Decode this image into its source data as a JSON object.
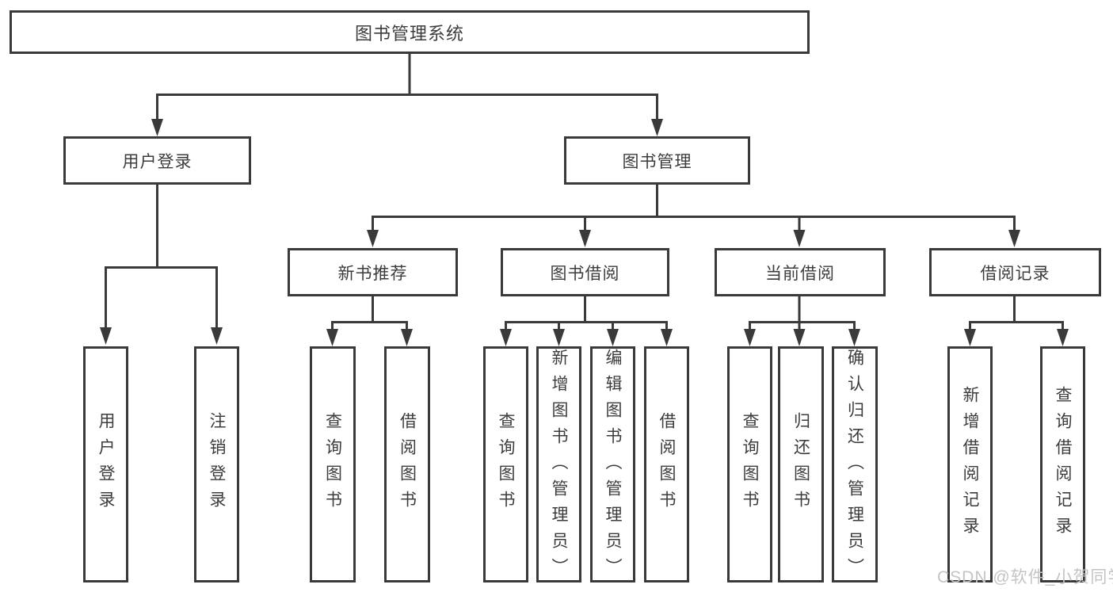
{
  "diagram": {
    "root": "图书管理系统",
    "level2": {
      "user_login": "用户登录",
      "book_management": "图书管理"
    },
    "user_login_children": [
      "用户登录",
      "注销登录"
    ],
    "modules": [
      {
        "label": "新书推荐",
        "children": [
          "查询图书",
          "借阅图书"
        ]
      },
      {
        "label": "图书借阅",
        "children": [
          "查询图书",
          "新增图书（管理员）",
          "编辑图书（管理员）",
          "借阅图书"
        ]
      },
      {
        "label": "当前借阅",
        "children": [
          "查询图书",
          "归还图书",
          "确认归还（管理员）"
        ]
      },
      {
        "label": "借阅记录",
        "children": [
          "新增借阅记录",
          "查询借阅记录"
        ]
      }
    ]
  },
  "watermark": "CSDN @软件_小贺同学",
  "colors": {
    "line": "#3a3a3a",
    "text": "#3c3c3c",
    "background": "#ffffff",
    "watermark": "#c4c4c4"
  }
}
